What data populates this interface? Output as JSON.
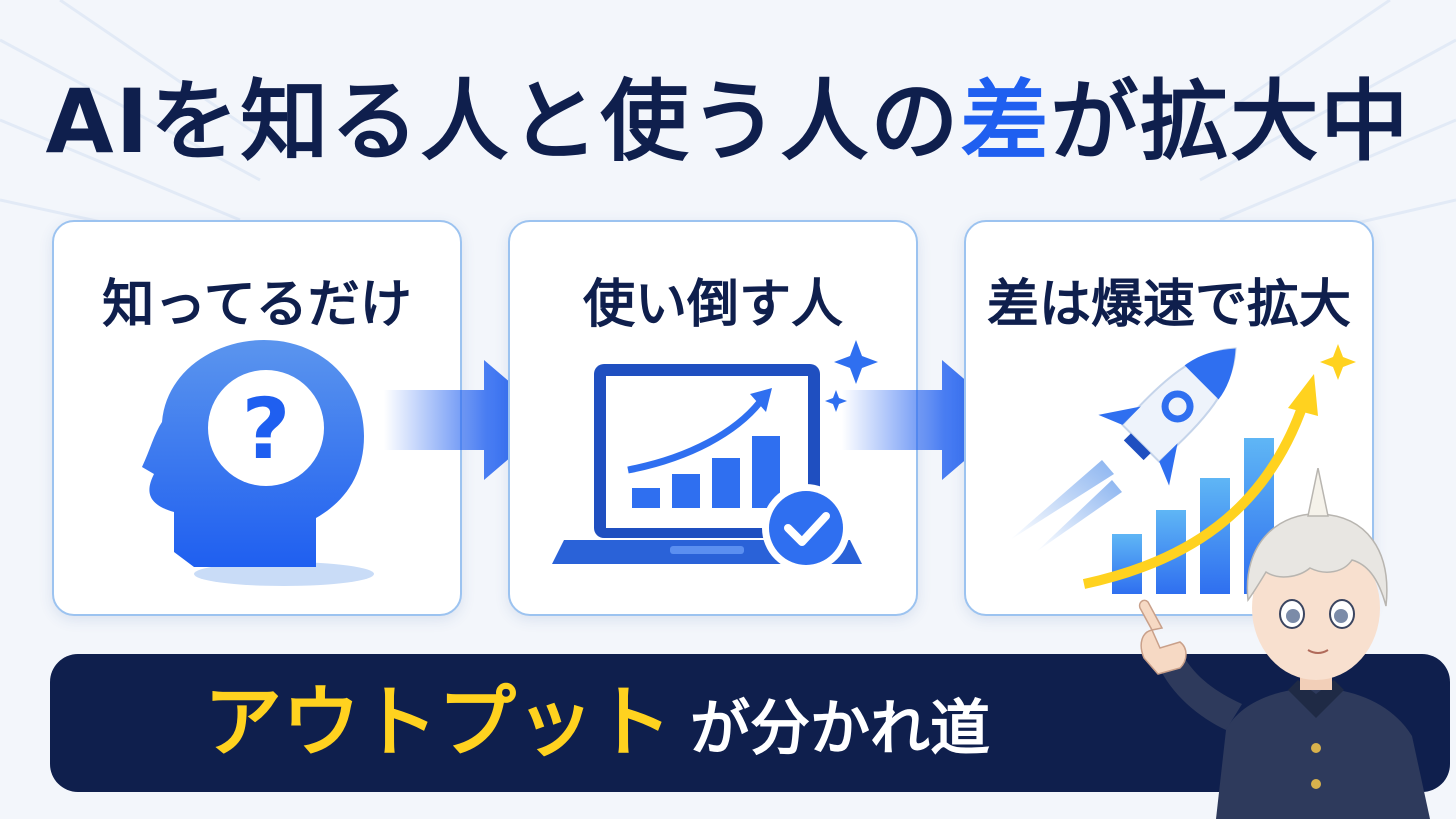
{
  "title": {
    "prefix": "AIを知る人と使う人の",
    "accent": "差",
    "suffix": "が拡大中"
  },
  "cards": [
    {
      "label": "知ってるだけ",
      "icon": "question-head-icon"
    },
    {
      "label": "使い倒す人",
      "icon": "laptop-growth-chart-icon"
    },
    {
      "label": "差は爆速で拡大",
      "icon": "rocket-growth-icon"
    }
  ],
  "banner": {
    "main": "アウトプット",
    "sub": "が分かれ道"
  },
  "colors": {
    "navy": "#0f1f4d",
    "accent_blue": "#1f5ff0",
    "yellow": "#ffd21f",
    "card_border": "#9cc3f0"
  }
}
